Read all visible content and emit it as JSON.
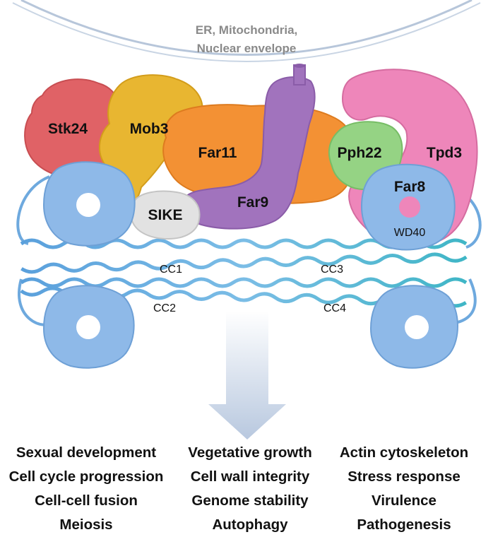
{
  "membrane": {
    "line1": "ER, Mitochondria,",
    "line2": "Nuclear envelope"
  },
  "proteins": {
    "stk24": "Stk24",
    "mob3": "Mob3",
    "far11": "Far11",
    "far9": "Far9",
    "sike": "SIKE",
    "pph22": "Pph22",
    "tpd3": "Tpd3",
    "far8": "Far8",
    "wd40": "WD40"
  },
  "coils": {
    "cc1": "CC1",
    "cc2": "CC2",
    "cc3": "CC3",
    "cc4": "CC4"
  },
  "functions": {
    "col1": [
      "Sexual development",
      "Cell cycle progression",
      "Cell-cell fusion",
      "Meiosis"
    ],
    "col2": [
      "Vegetative growth",
      "Cell wall integrity",
      "Genome stability",
      "Autophagy"
    ],
    "col3": [
      "Actin cytoskeleton",
      "Stress response",
      "Virulence",
      "Pathogenesis"
    ]
  },
  "colors": {
    "stk24": "#e06266",
    "mob3": "#e8b631",
    "far11": "#f39134",
    "far9": "#a173bd",
    "sike": "#e2e2e2",
    "pph22": "#95d384",
    "tpd3": "#ee86ba",
    "far8": "#8eb9e8",
    "coil": "#6ea9de",
    "coil_right": "#6cc4d2",
    "arrow": "#c6d3e6"
  }
}
